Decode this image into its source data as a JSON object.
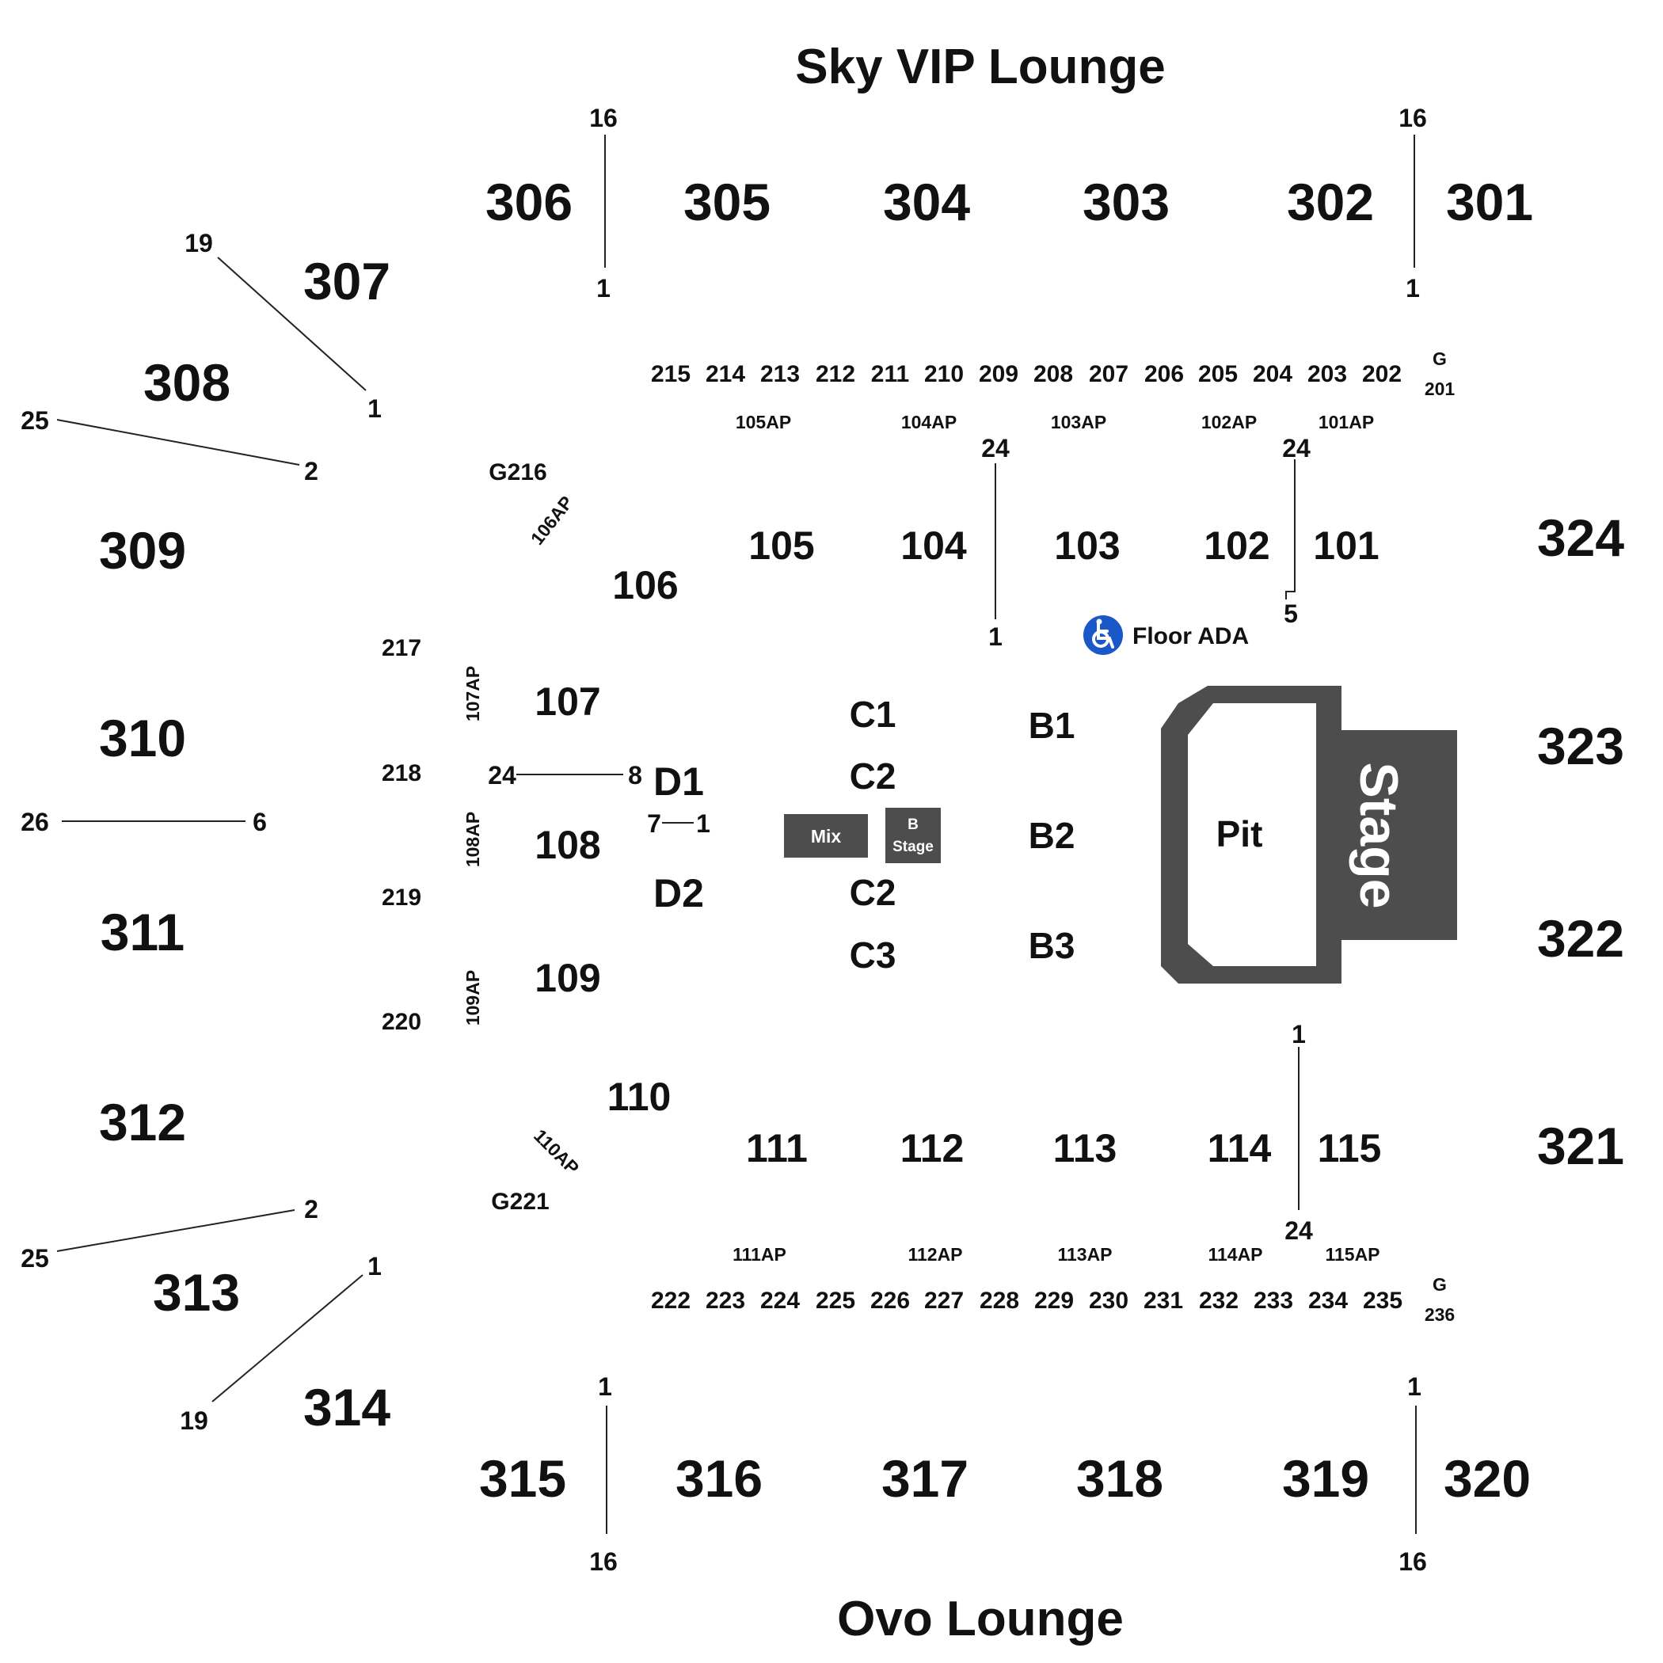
{
  "lounges": {
    "top": "Sky VIP Lounge",
    "bottom": "Ovo Lounge"
  },
  "sections_300": [
    "301",
    "302",
    "303",
    "304",
    "305",
    "306",
    "307",
    "308",
    "309",
    "310",
    "311",
    "312",
    "313",
    "314",
    "315",
    "316",
    "317",
    "318",
    "319",
    "320",
    "321",
    "322",
    "323",
    "324"
  ],
  "sections_200_top": [
    "215",
    "214",
    "213",
    "212",
    "211",
    "210",
    "209",
    "208",
    "207",
    "206",
    "205",
    "204",
    "203",
    "202"
  ],
  "sections_200_bottom": [
    "222",
    "223",
    "224",
    "225",
    "226",
    "227",
    "228",
    "229",
    "230",
    "231",
    "232",
    "233",
    "234",
    "235"
  ],
  "sections_200_side": [
    "217",
    "218",
    "219",
    "220"
  ],
  "gates": {
    "g201_letter": "G",
    "g201_num": "201",
    "g236_letter": "G",
    "g236_num": "236",
    "g216": "G216",
    "g221": "G221"
  },
  "ap_top": [
    "105AP",
    "104AP",
    "103AP",
    "102AP",
    "101AP"
  ],
  "ap_bottom": [
    "111AP",
    "112AP",
    "113AP",
    "114AP",
    "115AP"
  ],
  "ap_side": [
    "106AP",
    "107AP",
    "108AP",
    "109AP",
    "110AP"
  ],
  "sections_100": [
    "101",
    "102",
    "103",
    "104",
    "105",
    "106",
    "107",
    "108",
    "109",
    "110",
    "111",
    "112",
    "113",
    "114",
    "115"
  ],
  "floor_sections": [
    "C1",
    "C2",
    "C2",
    "C3",
    "B1",
    "B2",
    "B3",
    "D1",
    "D2"
  ],
  "ada_label": "Floor ADA",
  "mix_label": "Mix",
  "bstage_line1": "B",
  "bstage_line2": "Stage",
  "pit_label": "Pit",
  "stage_label": "Stage",
  "row_markers": [
    "16",
    "1",
    "16",
    "1",
    "19",
    "1",
    "25",
    "2",
    "26",
    "6",
    "25",
    "2",
    "19",
    "1",
    "1",
    "16",
    "1",
    "16",
    "24",
    "1",
    "24",
    "5",
    "1",
    "24",
    "24",
    "8",
    "7",
    "1"
  ],
  "colors": {
    "stage": "#4d4d4d",
    "ada": "#1a57c8",
    "line": "#222222"
  }
}
